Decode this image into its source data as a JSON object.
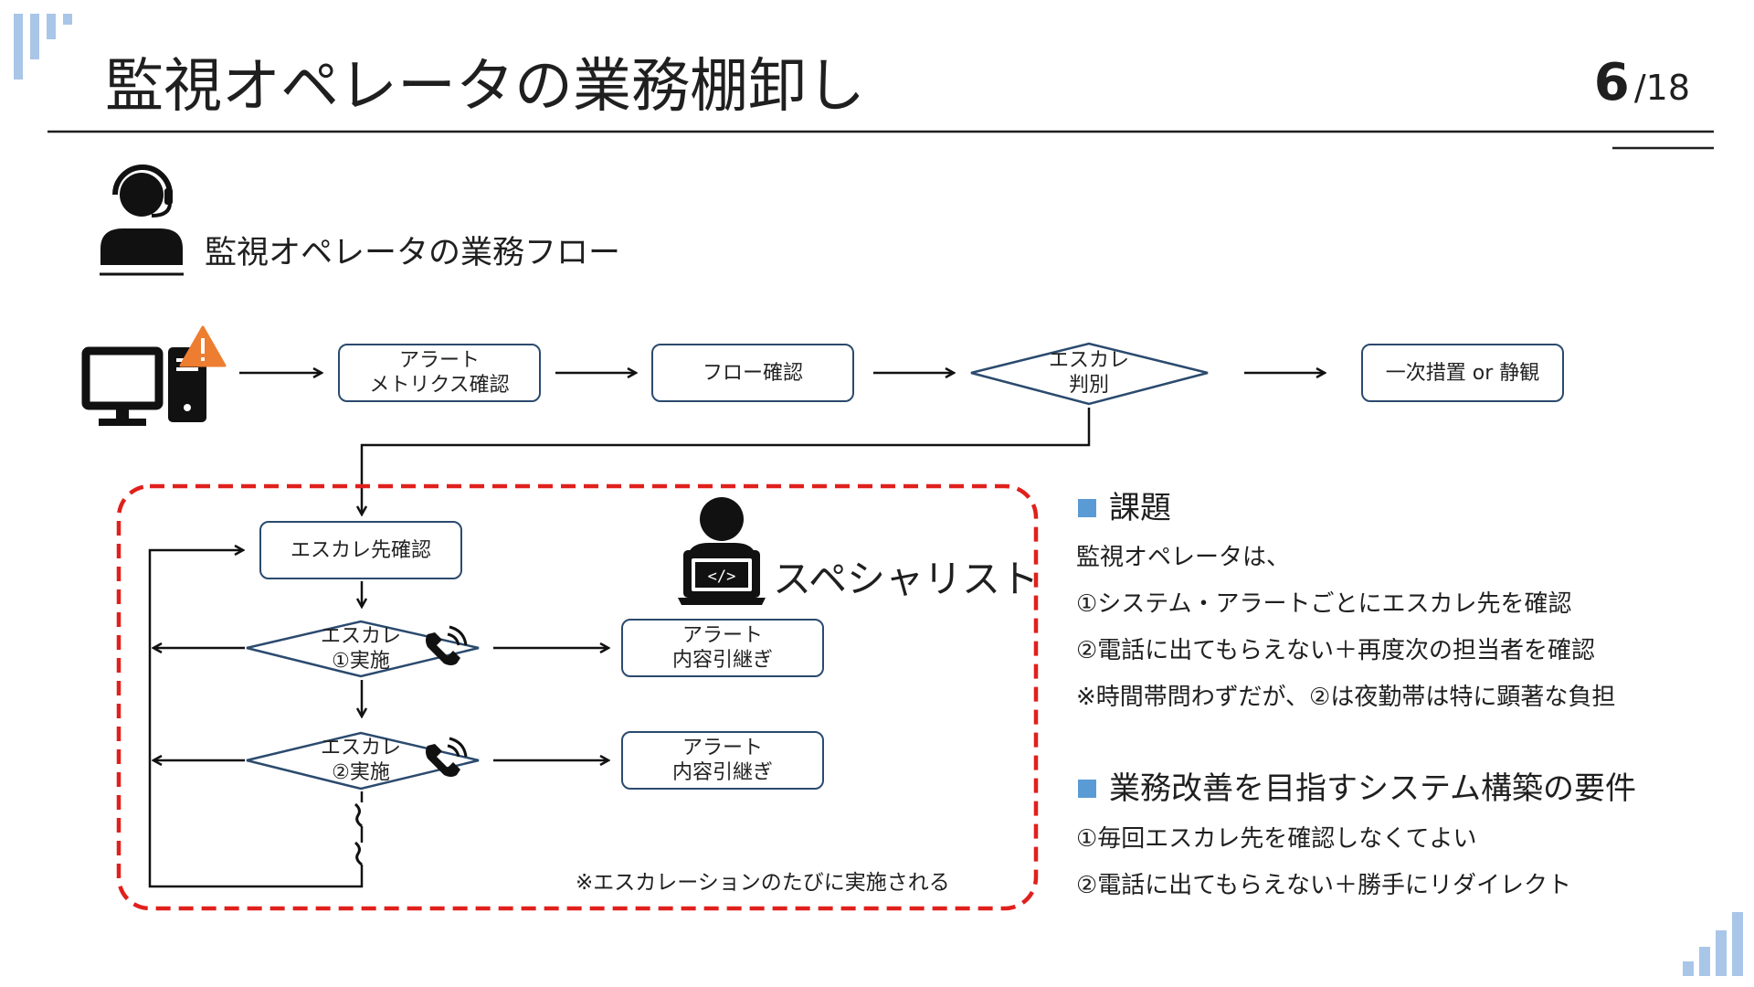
{
  "header": {
    "title": "監視オペレータの業務棚卸し",
    "page_current": "6",
    "page_total": "/18"
  },
  "section": {
    "title": "監視オペレータの業務フロー"
  },
  "flow": {
    "top": [
      {
        "id": "alert-metrics",
        "label": "アラート\nメトリクス確認"
      },
      {
        "id": "flow-check",
        "label": "フロー確認"
      },
      {
        "id": "escalation-decision",
        "label": "エスカレ\n判別"
      },
      {
        "id": "first-action",
        "label": "一次措置 or 静観"
      }
    ],
    "specialist": {
      "label": "スペシャリスト",
      "escalation_target": "エスカレ先確認",
      "decision1": "エスカレ\n①実施",
      "decision2": "エスカレ\n②実施",
      "handover1": "アラート\n内容引継ぎ",
      "handover2": "アラート\n内容引継ぎ",
      "note": "※エスカレーションのたびに実施される"
    }
  },
  "issues": {
    "heading": "課題",
    "lines": [
      "監視オペレータは、",
      "①システム・アラートごとにエスカレ先を確認",
      "②電話に出てもらえない＋再度次の担当者を確認",
      "※時間帯問わずだが、②は夜勤帯は特に顕著な負担"
    ]
  },
  "requirements": {
    "heading": "業務改善を目指すシステム構築の要件",
    "lines": [
      "①毎回エスカレ先を確認しなくてよい",
      "②電話に出てもらえない＋勝手にリダイレクト"
    ]
  },
  "colors": {
    "accent_blue": "#5b9bd5",
    "box_border": "#2b4a6e",
    "dashed_red": "#e0201c",
    "warning_orange": "#ed7d31",
    "text": "#1f1f1f"
  },
  "icons": [
    "brand-bars-icon",
    "operator-headset-icon",
    "computer-warning-icon",
    "specialist-laptop-icon",
    "phone-icon",
    "wave-break-icon"
  ]
}
